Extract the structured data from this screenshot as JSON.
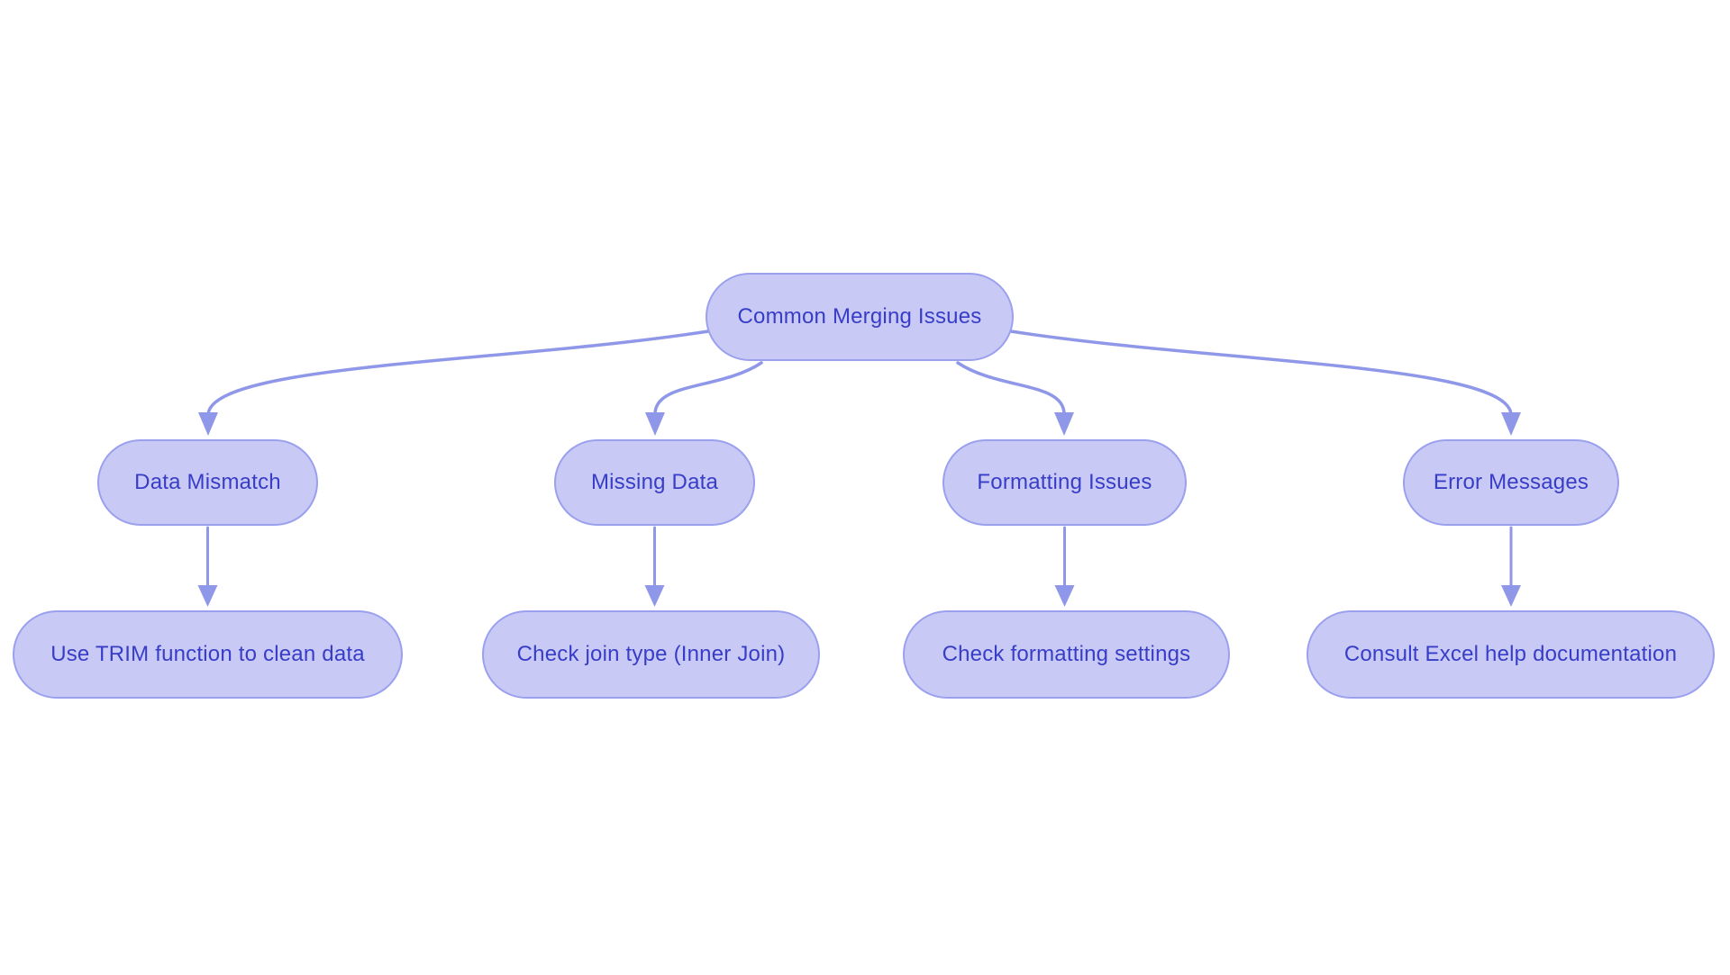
{
  "diagram": {
    "type": "flowchart",
    "colors": {
      "node_fill": "#c8caf5",
      "node_border": "#9aa0ee",
      "edge_color": "#8f97e8",
      "text_color": "#383dc7",
      "background": "#ffffff"
    },
    "nodes": [
      {
        "id": "root",
        "label": "Common Merging Issues"
      },
      {
        "id": "data-mismatch",
        "label": "Data Mismatch"
      },
      {
        "id": "missing-data",
        "label": "Missing Data"
      },
      {
        "id": "formatting-issues",
        "label": "Formatting Issues"
      },
      {
        "id": "error-messages",
        "label": "Error Messages"
      },
      {
        "id": "use-trim",
        "label": "Use TRIM function to clean data"
      },
      {
        "id": "check-join-type",
        "label": "Check join type (Inner Join)"
      },
      {
        "id": "check-formatting-settings",
        "label": "Check formatting settings"
      },
      {
        "id": "consult-excel-help",
        "label": "Consult Excel help documentation"
      }
    ],
    "edges": [
      {
        "from": "Common Merging Issues",
        "to": "Data Mismatch"
      },
      {
        "from": "Common Merging Issues",
        "to": "Missing Data"
      },
      {
        "from": "Common Merging Issues",
        "to": "Formatting Issues"
      },
      {
        "from": "Common Merging Issues",
        "to": "Error Messages"
      },
      {
        "from": "Data Mismatch",
        "to": "Use TRIM function to clean data"
      },
      {
        "from": "Missing Data",
        "to": "Check join type (Inner Join)"
      },
      {
        "from": "Formatting Issues",
        "to": "Check formatting settings"
      },
      {
        "from": "Error Messages",
        "to": "Consult Excel help documentation"
      }
    ]
  }
}
